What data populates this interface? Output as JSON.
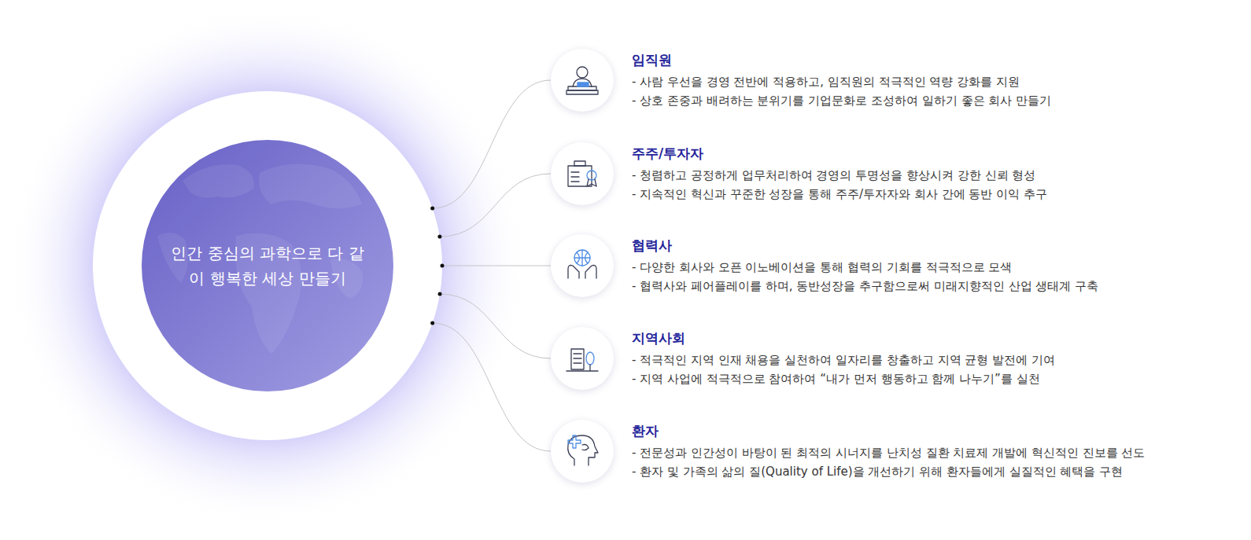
{
  "diagram": {
    "nodes": [
      {
        "text": [
          "인간 중심의 과학으로 다 같이 행복한 세상 만들기"
        ]
      },
      {
        "text": [
          "임직원",
          "- 사람 우선을 경영 전반에 적용하고, 임직원의 적극적인 역량 강화를 지원",
          "- 상호 존중과 배려하는 분위기를 기업문화로 조성하여 일하기 좋은 회사 만들기"
        ]
      },
      {
        "text": [
          "주주/투자자",
          "- 청렴하고 공정하게 업무처리하여 경영의 투명성을 향상시켜 강한 신뢰 형성",
          "- 지속적인 혁신과 꾸준한 성장을 통해 주주/투자자와 회사 간에 동반 이익 추구"
        ]
      },
      {
        "text": [
          "협력사",
          "- 다양한 회사와 오픈 이노베이션을 통해 협력의 기회를 적극적으로 모색",
          "- 협력사와 페어플레이를 하며, 동반성장을 추구함으로써 미래지향적인 산업 생태계 구축"
        ]
      },
      {
        "text": [
          "지역사회",
          "- 적극적인 지역 인재 채용을 실천하여 일자리를 창출하고 지역 균형 발전에 기여",
          "- 지역 사업에 적극적으로 참여하여 “내가 먼저 행동하고 함께 나누기”를 실천"
        ]
      },
      {
        "text": [
          "환자",
          "- 전문성과 인간성이 바탕이 된 최적의 시너지를 난치성 질환 치료제 개발에 혁신적인 진보를 선도",
          "- 환자 및 가족의 삶의 질(Quality of Life)을 개선하기 위해 환자들에게 실질적인 혜택을 구현"
        ]
      }
    ],
    "edges": [
      {
        "from": 0,
        "to": 1,
        "arrow": "none"
      },
      {
        "from": 0,
        "to": 2,
        "arrow": "none"
      },
      {
        "from": 0,
        "to": 3,
        "arrow": "none"
      },
      {
        "from": 0,
        "to": 4,
        "arrow": "none"
      },
      {
        "from": 0,
        "to": 5,
        "arrow": "none"
      }
    ]
  }
}
